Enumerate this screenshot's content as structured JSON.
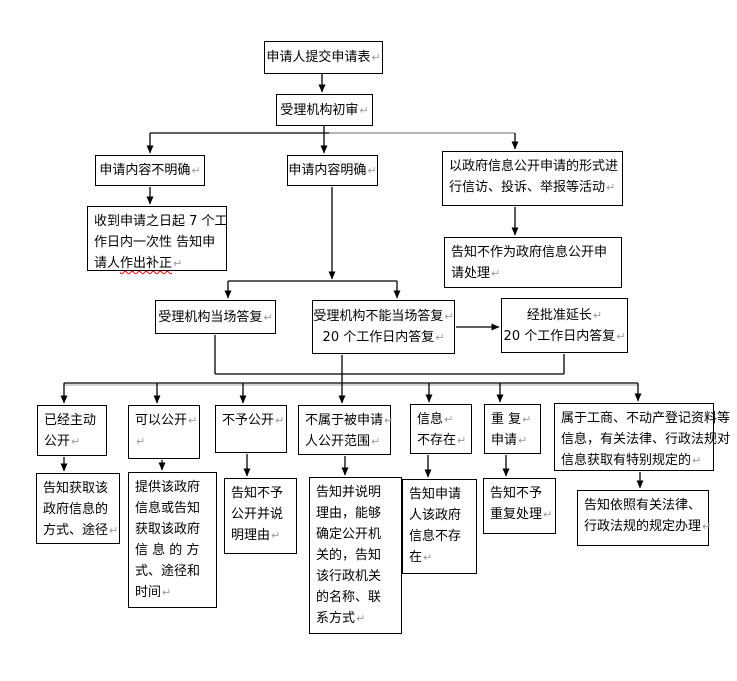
{
  "meta": {
    "title": "政府信息公开申请处理流程图",
    "background_color": "#ffffff",
    "box_border_color": "#000000",
    "line_color": "#000000",
    "shadow_line_color": "#9c9c9c",
    "return_mark": "↵",
    "return_mark_color": "#9a9a9a",
    "spellcheck_underline_color": "#ff0000"
  },
  "boxes": {
    "submit": {
      "lines": [
        "申请人提交申请表↵"
      ]
    },
    "review": {
      "lines": [
        "受理机构初审↵"
      ]
    },
    "unclear": {
      "lines": [
        "申请内容不明确↵"
      ]
    },
    "clear": {
      "lines": [
        "申请内容明确↵"
      ]
    },
    "xinfang": {
      "lines": [
        "以政府信息公开申请的形式进",
        "行信访、投诉、举报等活动↵"
      ]
    },
    "buzheng": {
      "lines": [
        "收到申请之日起 7 个工",
        "作日内一次性 告知申",
        "请人作出补正↵"
      ],
      "spellcheck": "作出补正"
    },
    "notasinfo": {
      "lines": [
        "告知不作为政府信息公开申",
        "请处理↵"
      ]
    },
    "onspot": {
      "lines": [
        "受理机构当场答复↵"
      ]
    },
    "notonspot": {
      "lines": [
        "受理机构不能当场答复↵",
        "20 个工作日内答复↵"
      ]
    },
    "extend": {
      "lines": [
        "经批准延长↵",
        "20 个工作日内答复↵"
      ]
    },
    "c1": {
      "lines": [
        "已经主动",
        "公开↵"
      ]
    },
    "c2": {
      "lines": [
        "可以公开↵",
        "↵"
      ]
    },
    "c3": {
      "lines": [
        "不予公开↵"
      ]
    },
    "c4": {
      "lines": [
        "不属于被申请↵",
        "人公开范围↵"
      ]
    },
    "c5": {
      "lines": [
        "信息↵",
        "不存在↵"
      ]
    },
    "c6": {
      "lines": [
        "重 复↵",
        "申请↵"
      ]
    },
    "c7": {
      "lines": [
        "属于工商、不动产登记资料等",
        "信息，有关法律、行政法规对",
        "信息获取有特别规定的↵"
      ]
    },
    "d1": {
      "lines": [
        "告知获取该",
        "政府信息的",
        "方式、途径↵"
      ]
    },
    "d2": {
      "lines": [
        "提供该政府",
        "信息或告知",
        "获取该政府",
        "信 息 的 方",
        "式、途径和",
        "时间↵"
      ]
    },
    "d3": {
      "lines": [
        "告知不予",
        "公开并说",
        "明理由↵"
      ]
    },
    "d4": {
      "lines": [
        "告知并说明",
        "理由，能够",
        "确定公开机",
        "关的，告知",
        "该行政机关",
        "的名称、联",
        "系方式↵"
      ]
    },
    "d5": {
      "lines": [
        "告知申请",
        "人该政府",
        "信息不存",
        "在↵"
      ]
    },
    "d6": {
      "lines": [
        "告知不予",
        "重复处理↵"
      ]
    },
    "d7": {
      "lines": [
        "告知依照有关法律、",
        "行政法规的规定办理↵"
      ]
    }
  }
}
